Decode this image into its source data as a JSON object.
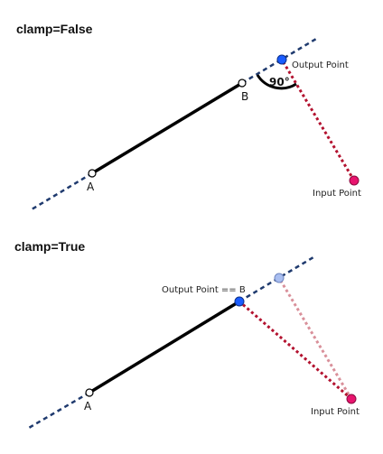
{
  "colors": {
    "segment": "#000000",
    "extension": "#1f3a6e",
    "projection_line": "#b3122f",
    "projection_line_faded": "#d9909a",
    "output_point": "#1a5cff",
    "output_point_ghost": "#a9bef0",
    "input_point": "#e8146e",
    "endpoint_fill": "#ffffff"
  },
  "panels": [
    {
      "title": "clamp=False",
      "point_a_label": "A",
      "point_b_label": "B",
      "output_label": "Output Point",
      "input_label": "Input Point",
      "angle_label": "90°"
    },
    {
      "title": "clamp=True",
      "point_a_label": "A",
      "output_label": "Output Point == B",
      "input_label": "Input Point"
    }
  ]
}
